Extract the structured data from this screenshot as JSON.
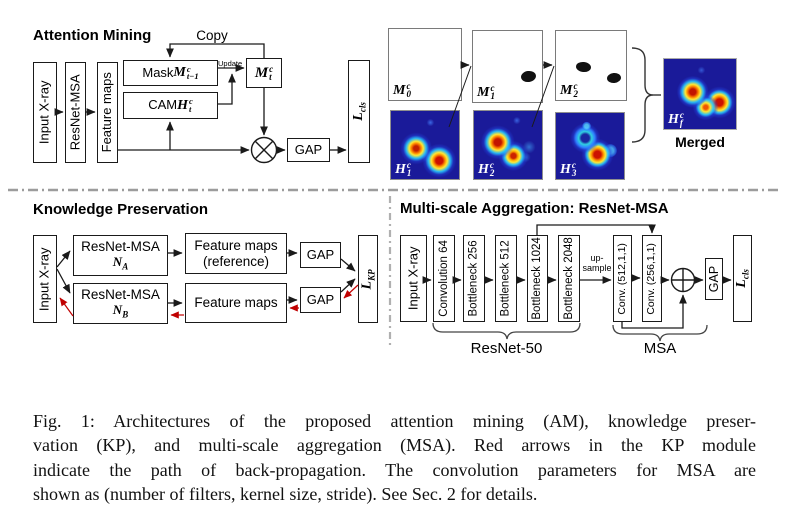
{
  "am": {
    "title": "Attention Mining",
    "input_box": "Input X-ray",
    "backbone_box": "ResNet-MSA",
    "feature_box": "Feature maps",
    "mask_prefix": "Mask ",
    "mask_base": "M",
    "mask_sup": "c",
    "mask_sub": "t−1",
    "cam_prefix": "CAM ",
    "cam_base": "H",
    "cam_sup": "c",
    "cam_sub": "t",
    "mt_base": "M",
    "mt_sup": "c",
    "mt_sub": "t",
    "copy_label": "Copy",
    "update_label": "Update",
    "gap_box": "GAP",
    "loss_base": "L",
    "loss_sub": "cls"
  },
  "viz": {
    "masks": [
      {
        "base": "M",
        "sup": "c",
        "sub": "0"
      },
      {
        "base": "M",
        "sup": "c",
        "sub": "1"
      },
      {
        "base": "M",
        "sup": "c",
        "sub": "2"
      }
    ],
    "heatmaps": [
      {
        "base": "H",
        "sup": "c",
        "sub": "1"
      },
      {
        "base": "H",
        "sup": "c",
        "sub": "2"
      },
      {
        "base": "H",
        "sup": "c",
        "sub": "3"
      }
    ],
    "merged": {
      "base": "H",
      "sup": "c",
      "sub": "f"
    },
    "merged_caption": "Merged"
  },
  "kp": {
    "title": "Knowledge Preservation",
    "input_box": "Input X-ray",
    "net_a_line1": "ResNet-MSA",
    "net_a_base": "N",
    "net_a_sub": "A",
    "net_b_line1": "ResNet-MSA",
    "net_b_base": "N",
    "net_b_sub": "B",
    "fm_ref_line1": "Feature maps",
    "fm_ref_line2": "(reference)",
    "fm_box": "Feature maps",
    "gap_top": "GAP",
    "gap_bottom": "GAP",
    "loss_base": "L",
    "loss_sub": "KP"
  },
  "msa": {
    "title": "Multi-scale Aggregation: ResNet-MSA",
    "input_box": "Input X-ray",
    "stages": [
      "Convolution 64",
      "Bottleneck 256",
      "Bottleneck 512",
      "Bottleneck 1024",
      "Bottleneck 2048"
    ],
    "upsample_line1": "up-",
    "upsample_line2": "sample",
    "convs": [
      "Conv. (512,1,1)",
      "Conv. (256,1,1)"
    ],
    "gap_box": "GAP",
    "loss_base": "L",
    "loss_sub": "cls",
    "resnet_brace_label": "ResNet-50",
    "msa_brace_label": "MSA"
  },
  "caption": {
    "lines": [
      "Fig. 1: Architectures of the proposed attention mining (AM), knowledge preser-",
      "vation (KP), and multi-scale aggregation (MSA). Red arrows in the KP module",
      "indicate the path of back-propagation. The convolution parameters for MSA are",
      "shown as (number of filters, kernel size, stride). See Sec. 2 for details."
    ]
  },
  "colors": {
    "backprop_red": "#c00000",
    "divider_gray": "#9c9c9c",
    "heatmap_navy": "#1a1a99",
    "box_border": "#1a1a1a"
  }
}
